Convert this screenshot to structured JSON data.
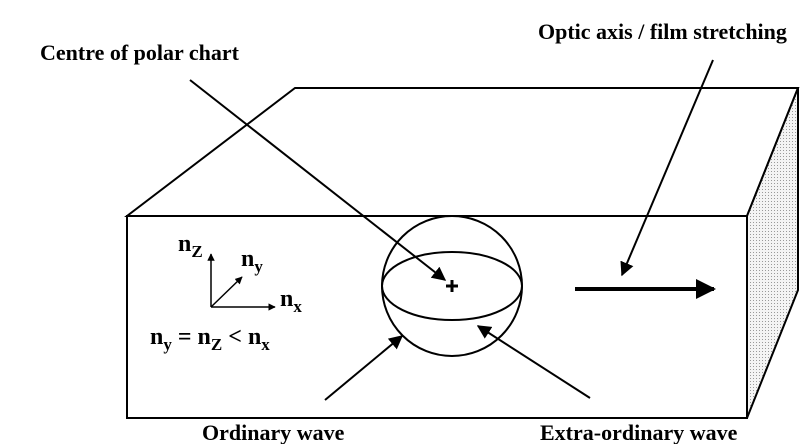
{
  "labels": {
    "centre": "Centre of polar chart",
    "optic_axis": "Optic axis / film stretching",
    "ordinary": "Ordinary wave",
    "extraordinary": "Extra-ordinary wave"
  },
  "axes": {
    "n": "n",
    "z": "Z",
    "y": "y",
    "x": "x"
  },
  "relation": {
    "n1": "n",
    "s1": "y",
    "eq": "=",
    "n2": "n",
    "s2": "Z",
    "lt": "<",
    "n3": "n",
    "s3": "x"
  }
}
